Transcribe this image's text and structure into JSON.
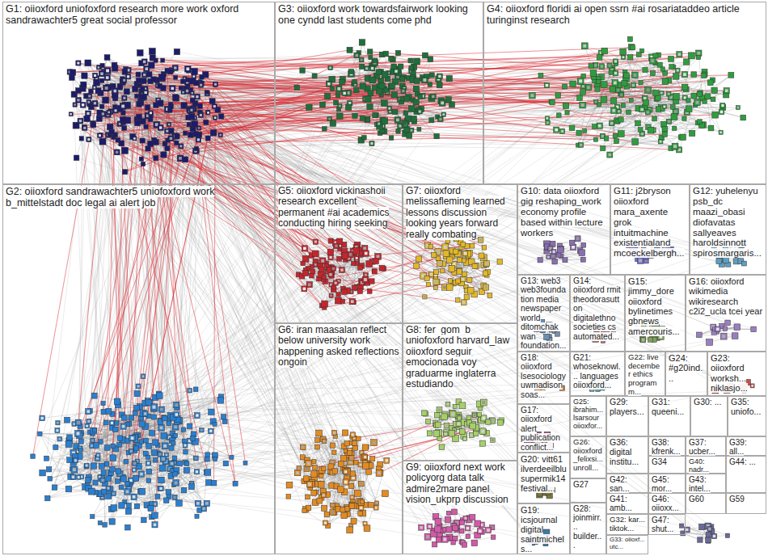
{
  "diagram": {
    "nodes": [
      {
        "text": [
          "G1: oiioxford uniofoxford research more work oxford sandrawachter5 great social professor"
        ]
      },
      {
        "text": [
          "G3: oiioxford work towardsfairwork looking one cyndd last students come phd"
        ]
      },
      {
        "text": [
          "G4: oiioxford floridi ai open ssrn #ai rosariataddeo article turinginst research"
        ]
      },
      {
        "text": [
          "G2: oiioxford sandrawachter5 uniofoxford work b_mittelstadt doc legal ai alert job"
        ]
      },
      {
        "text": [
          "G5: oiioxford vickinashoii research excellent permanent #ai academics conducting hiring seeking"
        ]
      },
      {
        "text": [
          "G7: oiioxford melissafleming learned lessons discussion looking years forward really combating"
        ]
      },
      {
        "text": [
          "G10: data oiioxford gig reshaping_work economy profile based within lecture workers"
        ]
      },
      {
        "text": [
          "G11: j2bryson oiioxford mara_axente grok intuitmachine existentialand mcoeckelbergh..."
        ]
      },
      {
        "text": [
          "G12: yuhelenyu psb_dc maazi_obasi diofavatas sallyeaves haroldsinnott spirosmargaris..."
        ]
      },
      {
        "text": [
          "G13: web3 web3foundation media newspaperworld ditomchak wan foundation..."
        ]
      },
      {
        "text": [
          "G14: oiioxford rmit theodorasutton digitalethno societies cs automated..."
        ]
      },
      {
        "text": [
          "G15: jimmy_dore oiioxford bylinetimes gbnews amercouris..."
        ]
      },
      {
        "text": [
          "G16: oiioxford wikimedia wikiresearch c2i2_ucla tcei year"
        ]
      },
      {
        "text": [
          "G6: iran maasalan reflect below university work happening asked reflections ongoin"
        ]
      },
      {
        "text": [
          "G8: fer_gom_b uniofoxford harvard_law oiioxford seguir emocionada voy graduarme inglaterra estudiando"
        ]
      },
      {
        "text": [
          "G18: oiioxford lsesociology uwmadison soas..."
        ]
      },
      {
        "text": [
          "G21: whoseknowl... languages oiioxford..."
        ]
      },
      {
        "text": [
          "G22: live december ethics programm..."
        ]
      },
      {
        "text": [
          "G24: #g20ind..."
        ]
      },
      {
        "text": [
          "G23: oiioxford worksh... niklasjo..."
        ]
      },
      {
        "text": [
          "G25: ibrahim... lsarsour oiioxfor..."
        ]
      },
      {
        "text": [
          "G29: players..."
        ]
      },
      {
        "text": [
          "G31: queeni..."
        ]
      },
      {
        "text": [
          "G30: ..."
        ]
      },
      {
        "text": [
          "G35: uniofo..."
        ]
      },
      {
        "text": [
          "G17: oiioxford alert publication conflict..."
        ]
      },
      {
        "text": [
          "G26: oiioxford _felixsi... unroll..."
        ]
      },
      {
        "text": [
          "G36: digital institu..."
        ]
      },
      {
        "text": [
          "G38: kfrenk..."
        ]
      },
      {
        "text": [
          "G37: ucber..."
        ]
      },
      {
        "text": [
          "G39: all..."
        ]
      },
      {
        "text": [
          "G40: nadr..."
        ]
      },
      {
        "text": [
          "G34"
        ]
      },
      {
        "text": [
          "G42: san..."
        ]
      },
      {
        "text": [
          "G45: mor..."
        ]
      },
      {
        "text": [
          "G43: intel..."
        ]
      },
      {
        "text": [
          "G44: ..."
        ]
      },
      {
        "text": [
          "G20: vitt61 ilverdeeilblu supermik14 festival..."
        ]
      },
      {
        "text": [
          "G9: oiioxford next work policyorg data talk admire2mare panel vision_ukprp discussion"
        ]
      },
      {
        "text": [
          "G27"
        ]
      },
      {
        "text": [
          "G41: amb..."
        ]
      },
      {
        "text": [
          "G46: oiioxx..."
        ]
      },
      {
        "text": [
          "G60"
        ]
      },
      {
        "text": [
          "G59"
        ]
      },
      {
        "text": [
          "G19: icsjournal digital saintmichels..."
        ]
      },
      {
        "text": [
          "G28: joinmirr... builder..."
        ]
      },
      {
        "text": [
          "G32: kar... tiktok..."
        ]
      },
      {
        "text": [
          "G33: oiioxf... utc..."
        ]
      },
      {
        "text": [
          "G47: shut..."
        ]
      }
    ]
  }
}
